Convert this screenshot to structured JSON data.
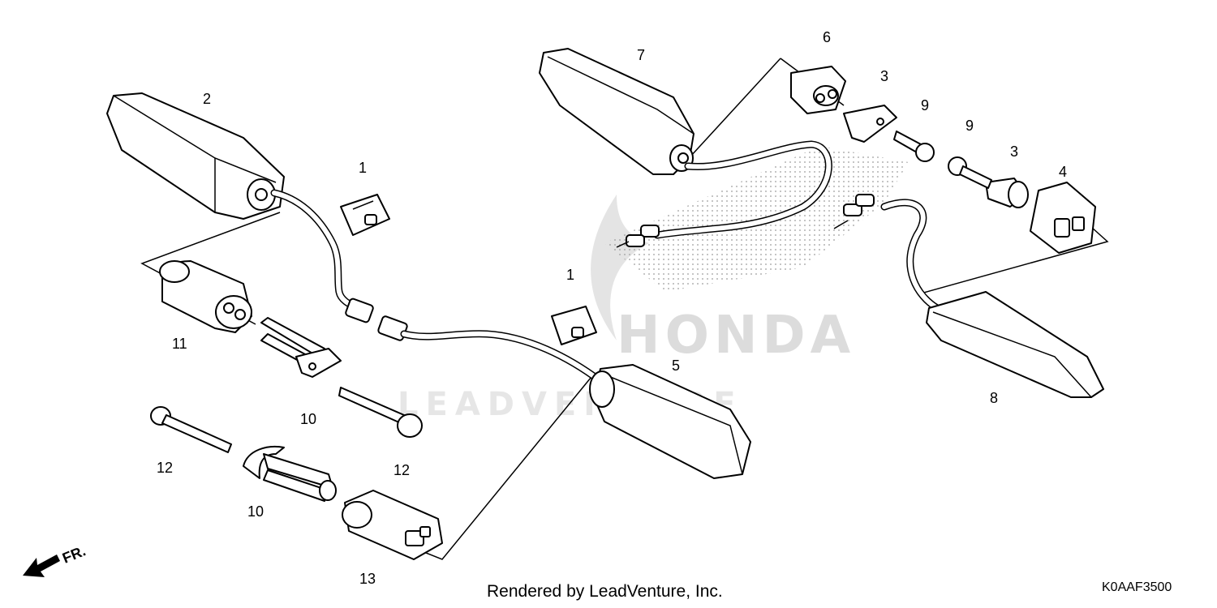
{
  "diagram": {
    "watermark_brand": "HONDA",
    "watermark_vendor": "LEADVENTURE",
    "direction_label": "FR.",
    "callouts": [
      "1",
      "1",
      "2",
      "3",
      "3",
      "4",
      "5",
      "6",
      "7",
      "8",
      "9",
      "9",
      "10",
      "10",
      "11",
      "12",
      "12",
      "13"
    ]
  },
  "footer": {
    "credit": "Rendered by LeadVenture, Inc.",
    "diagram_code": "K0AAF3500"
  }
}
